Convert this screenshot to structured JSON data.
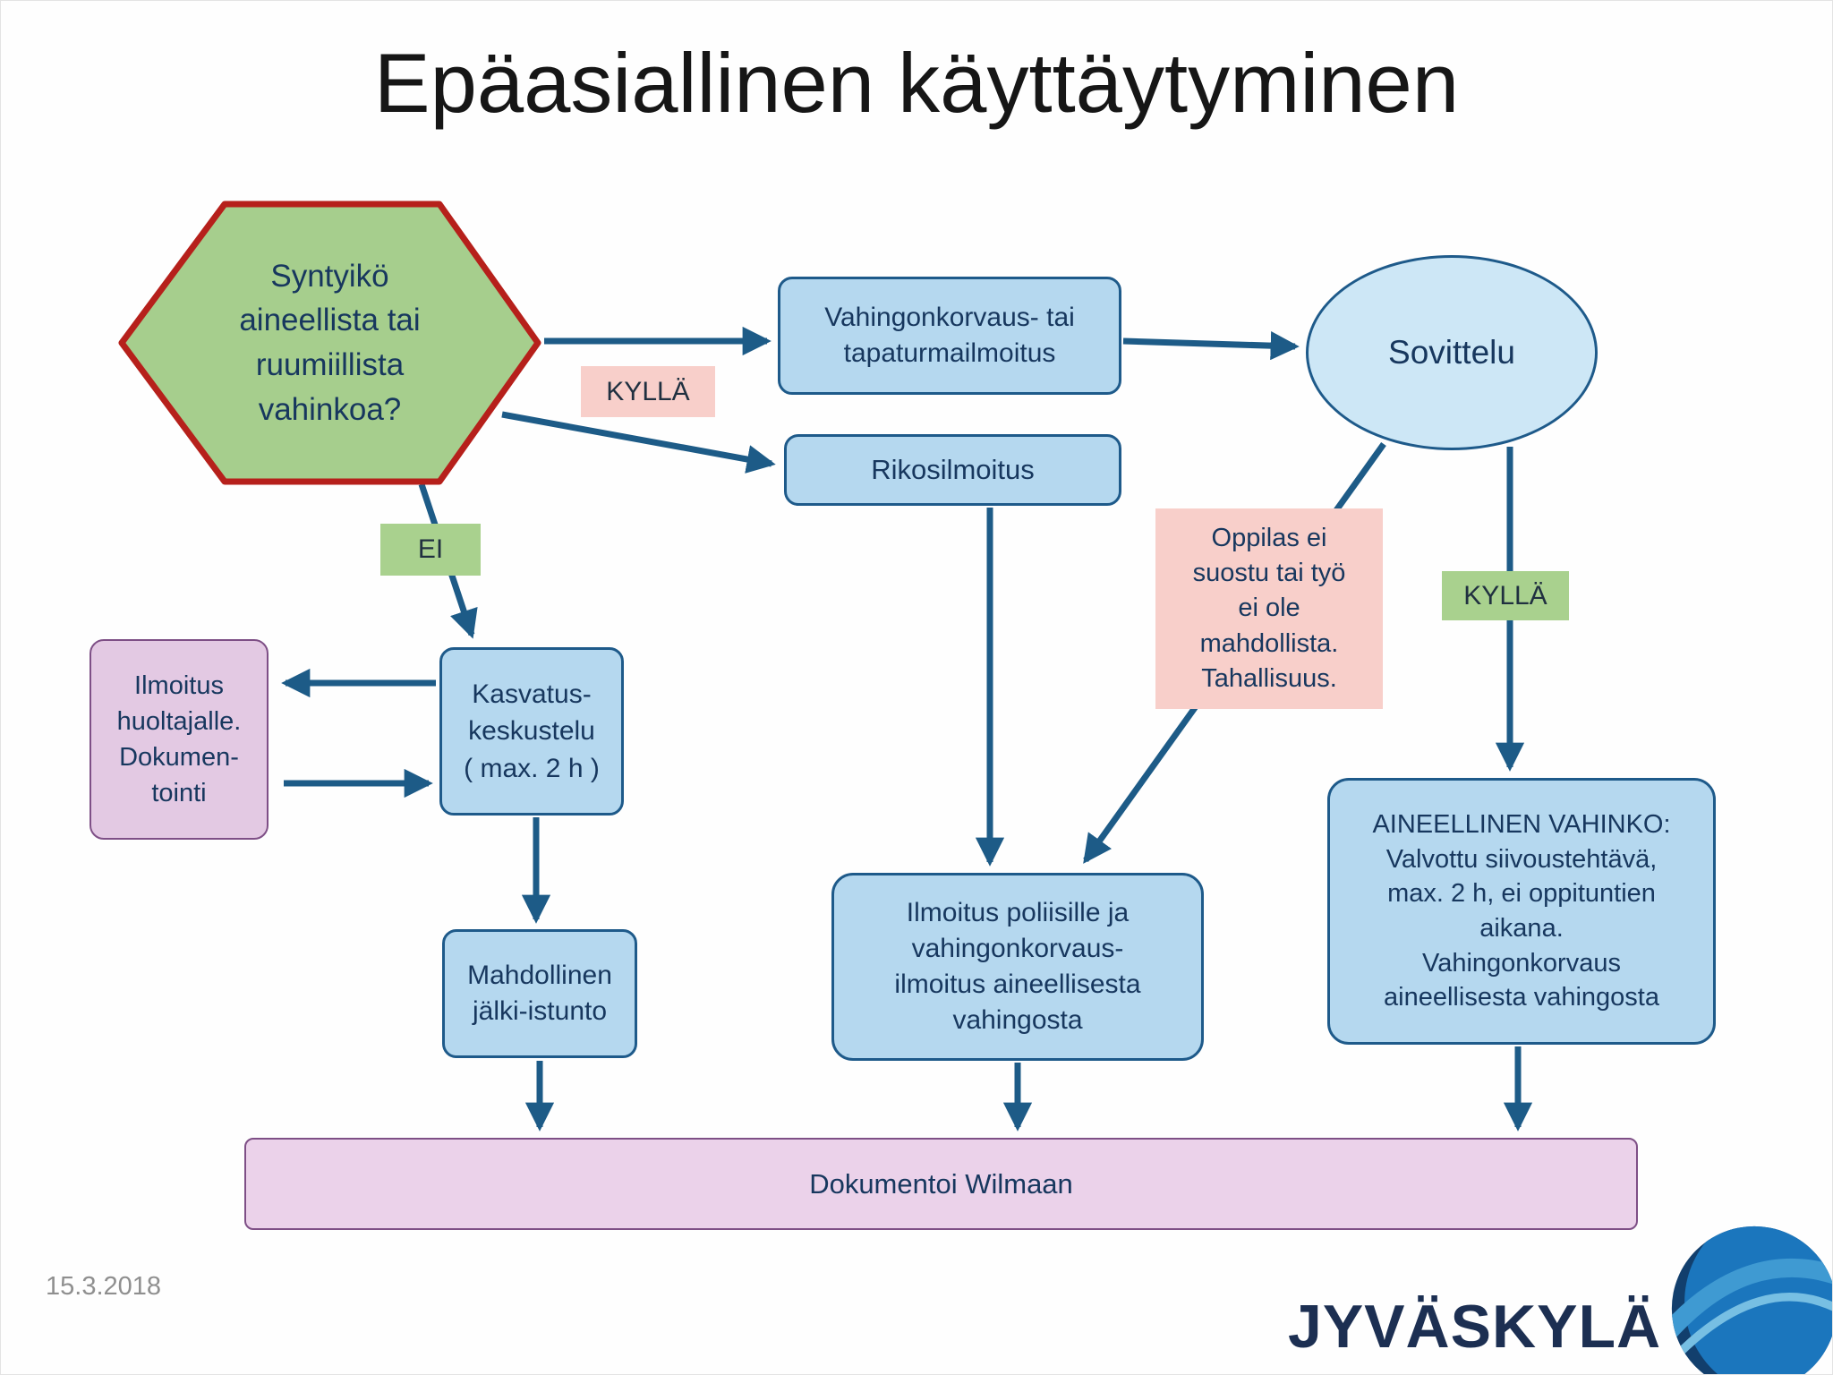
{
  "title": "Epäasiallinen käyttäytyminen",
  "footer": {
    "date": "15.3.2018",
    "logo_text": "JYVÄSKYLÄ"
  },
  "colors": {
    "arrow_blue": "#1d5b87",
    "node_blue_fill": "#b5d8ef",
    "node_blue_border": "#1e5a8a",
    "ellipse_fill": "#cde7f6",
    "hexagon_green": "#a6ce8d",
    "hexagon_border_red": "#b6201b",
    "label_pink": "#f8cfca",
    "label_green": "#a9d18e",
    "purple_fill": "#e3c9e3",
    "purple_border": "#7e4f86",
    "bar_purple_fill": "#ebd2ea",
    "text_dark": "#17375e",
    "logo_navy": "#1c2f52",
    "date_gray": "#8f8f8f"
  },
  "nodes": {
    "hexagon": {
      "lines": [
        "Syntyikö",
        "aineellista tai",
        "ruumiillista",
        "vahinkoa?"
      ]
    },
    "vahingonkorvaus": {
      "lines": [
        "Vahingonkorvaus- tai",
        "tapaturmailmoitus"
      ]
    },
    "sovittelu": {
      "lines": [
        "Sovittelu"
      ]
    },
    "rikosilmoitus": {
      "lines": [
        "Rikosilmoitus"
      ]
    },
    "kylla_left": {
      "label": "KYLLÄ"
    },
    "ei": {
      "label": "EI"
    },
    "kylla_right": {
      "label": "KYLLÄ"
    },
    "oppilas": {
      "lines": [
        "Oppilas ei",
        "suostu tai työ",
        "ei ole",
        "mahdollista.",
        "Tahallisuus."
      ]
    },
    "huoltaja": {
      "lines": [
        "Ilmoitus",
        "huoltajalle.",
        "Dokumen-",
        "tointi"
      ]
    },
    "kasvatus": {
      "lines": [
        "Kasvatus-",
        "keskustelu",
        "( max. 2 h )"
      ]
    },
    "jalki_istunto": {
      "lines": [
        "Mahdollinen",
        "jälki-istunto"
      ]
    },
    "poliisi": {
      "lines": [
        "Ilmoitus poliisille ja",
        "vahingonkorvaus-",
        "ilmoitus aineellisesta",
        "vahingosta"
      ]
    },
    "aineellinen": {
      "lines": [
        "AINEELLINEN VAHINKO:",
        "Valvottu siivoustehtävä,",
        "max. 2 h, ei oppituntien",
        "aikana.",
        "Vahingonkorvaus",
        "aineellisesta vahingosta"
      ]
    },
    "dokumentoi": {
      "label": "Dokumentoi Wilmaan"
    }
  },
  "edges": [
    {
      "from": "hexagon",
      "to": "vahingonkorvaus",
      "label": "KYLLÄ"
    },
    {
      "from": "vahingonkorvaus",
      "to": "sovittelu"
    },
    {
      "from": "hexagon",
      "to": "rikosilmoitus",
      "label": "KYLLÄ"
    },
    {
      "from": "hexagon",
      "to": "kasvatus",
      "label": "EI"
    },
    {
      "from": "kasvatus",
      "to": "huoltaja"
    },
    {
      "from": "huoltaja",
      "to": "kasvatus"
    },
    {
      "from": "kasvatus",
      "to": "jalki_istunto"
    },
    {
      "from": "jalki_istunto",
      "to": "dokumentoi"
    },
    {
      "from": "rikosilmoitus",
      "to": "poliisi"
    },
    {
      "from": "sovittelu",
      "to": "poliisi",
      "label": "Oppilas ei suostu tai työ ei ole mahdollista. Tahallisuus."
    },
    {
      "from": "sovittelu",
      "to": "aineellinen",
      "label": "KYLLÄ"
    },
    {
      "from": "poliisi",
      "to": "dokumentoi"
    },
    {
      "from": "aineellinen",
      "to": "dokumentoi"
    }
  ]
}
